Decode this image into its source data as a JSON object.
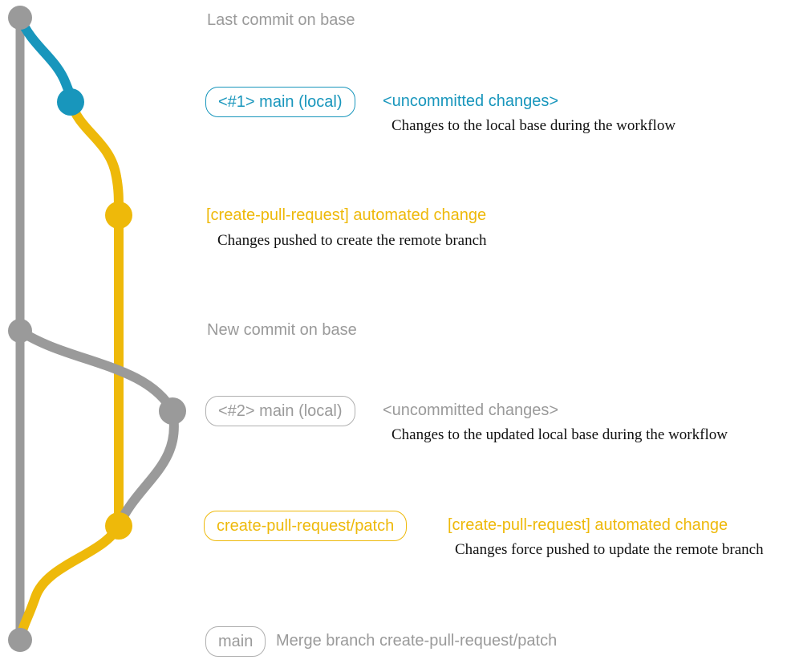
{
  "colors": {
    "gray": "#9a9a9a",
    "blue": "#1896bc",
    "yellow": "#eeb90a",
    "caption_text": "#111111",
    "background": "#ffffff"
  },
  "graph": {
    "type": "git-branch-diagram",
    "branches": [
      {
        "name": "base",
        "color_key": "gray"
      },
      {
        "name": "main (local)",
        "color_key": "blue_then_gray"
      },
      {
        "name": "create-pull-request/patch",
        "color_key": "yellow"
      }
    ],
    "commits": [
      {
        "id": "base-1",
        "branch": "base",
        "label": "Last commit on base"
      },
      {
        "id": "main-local-1",
        "branch": "main (local)",
        "label": "<#1> main (local) <uncommitted changes>"
      },
      {
        "id": "patch-1",
        "branch": "create-pull-request/patch",
        "label": "[create-pull-request] automated change"
      },
      {
        "id": "base-2",
        "branch": "base",
        "label": "New commit on base"
      },
      {
        "id": "main-local-2",
        "branch": "main (local)",
        "label": "<#2> main (local) <uncommitted changes>"
      },
      {
        "id": "patch-2",
        "branch": "create-pull-request/patch",
        "label": "create-pull-request/patch [create-pull-request] automated change"
      },
      {
        "id": "base-3",
        "branch": "base",
        "label": "main Merge branch create-pull-request/patch"
      }
    ]
  },
  "annotations": {
    "last_commit": "Last commit on base",
    "branch1_badge": "<#1> main (local)",
    "branch1_status": "<uncommitted changes>",
    "branch1_caption": "Changes to the local base during the workflow",
    "commit1_label": "[create-pull-request] automated change",
    "commit1_caption": "Changes pushed to create the remote branch",
    "new_commit": "New commit on base",
    "branch2_badge": "<#2> main (local)",
    "branch2_status": "<uncommitted changes>",
    "branch2_caption": "Changes to the updated local base during the workflow",
    "patch_badge": "create-pull-request/patch",
    "patch_label": "[create-pull-request] automated change",
    "patch_caption": "Changes force pushed to update the remote branch",
    "main_badge": "main",
    "merge_label": "Merge branch create-pull-request/patch"
  }
}
